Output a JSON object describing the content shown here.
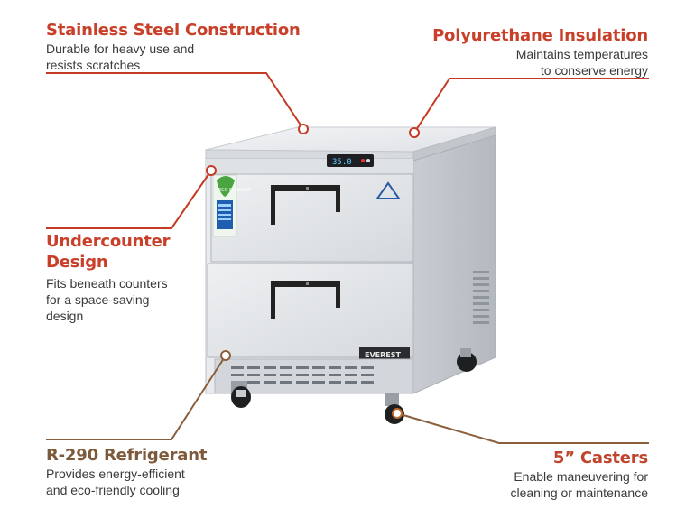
{
  "colors": {
    "accent_red": "#c8402a",
    "accent_brown": "#7d5a3c",
    "line_red": "#c43a24",
    "line_brown": "#8a5e3b",
    "steel_light": "#e7e9ec",
    "steel_mid": "#cfd3d8",
    "steel_dark": "#9aa0a7"
  },
  "features": [
    {
      "title": "Stainless Steel Construction",
      "desc_lines": [
        "Durable for heavy use and",
        "resists scratches"
      ]
    },
    {
      "title": "Polyurethane Insulation",
      "desc_lines": [
        "Maintains temperatures",
        "to conserve energy"
      ]
    },
    {
      "title_lines": [
        "Undercounter",
        "Design"
      ],
      "desc_lines": [
        "Fits beneath counters",
        "for a space-saving",
        "design"
      ]
    },
    {
      "title": "R-290 Refrigerant",
      "desc_lines": [
        "Provides energy-efficient",
        "and eco-friendly cooling"
      ]
    },
    {
      "title": "5” Casters",
      "desc_lines": [
        "Enable maneuvering for",
        "cleaning or maintenance"
      ]
    }
  ],
  "product": {
    "display_readout": "35.0",
    "brand_plate": "EVEREST",
    "eco_label": "ECO FRIENDLY",
    "icons": [
      "eco-sticker",
      "triangle-logo",
      "drawer-handle",
      "caster-wheel"
    ]
  }
}
